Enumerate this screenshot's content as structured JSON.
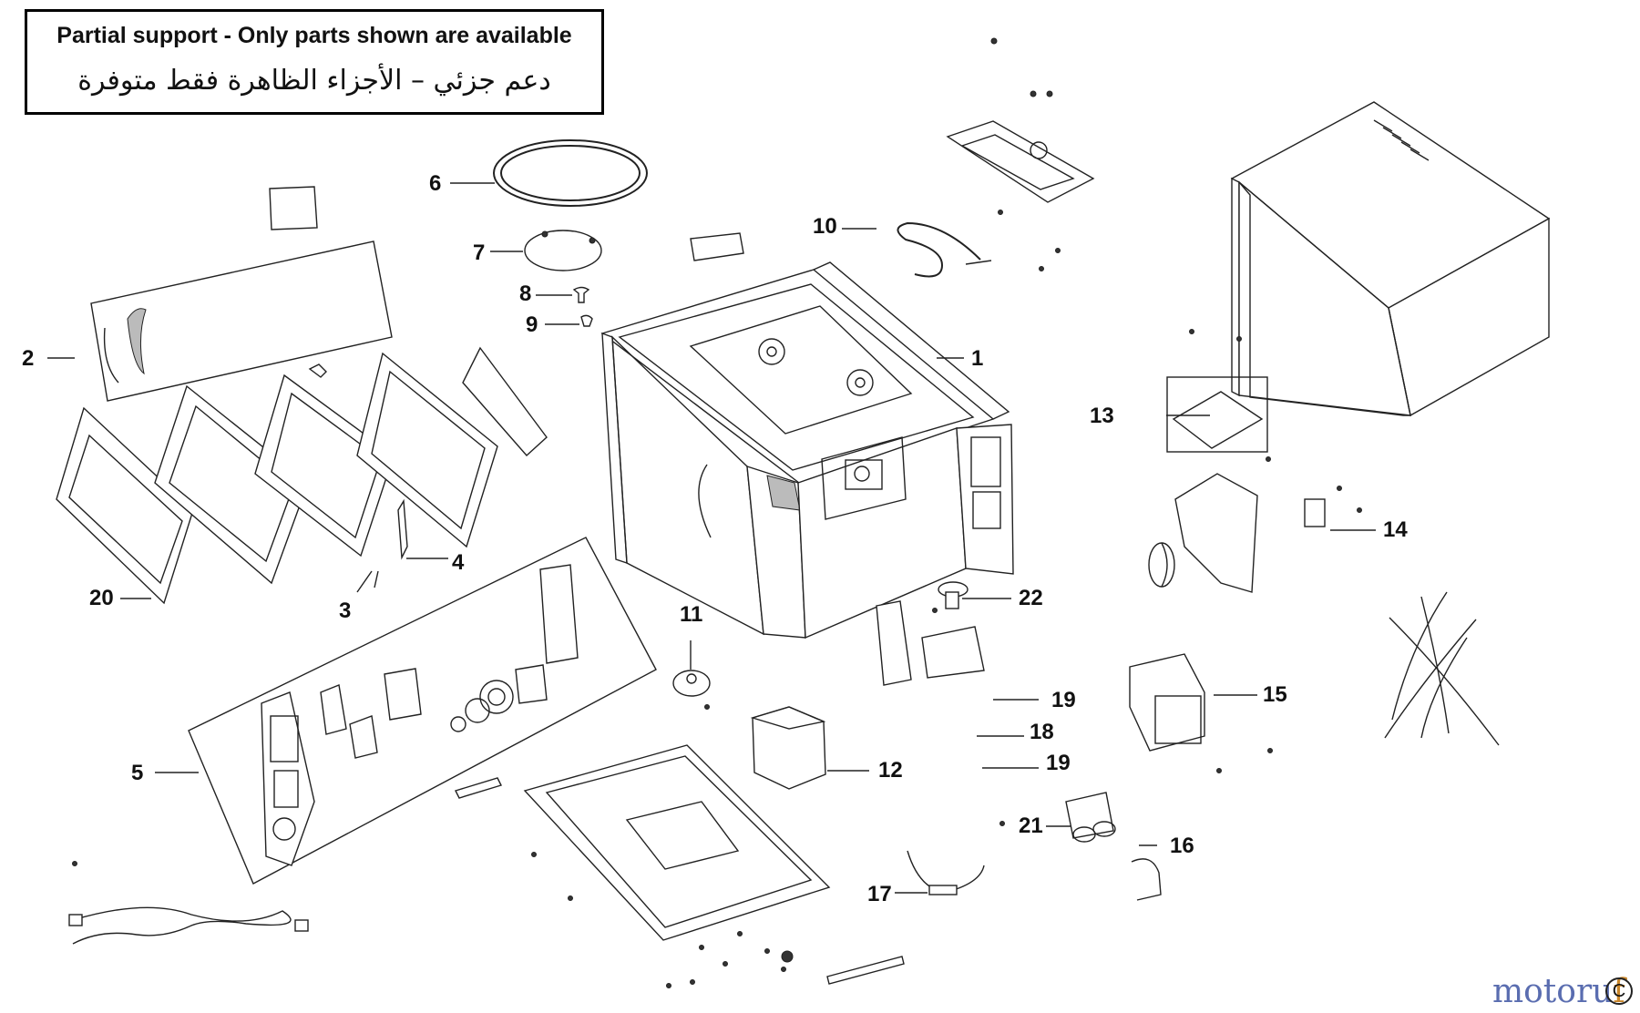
{
  "notice": {
    "english": "Partial support - Only parts shown are available",
    "arabic": "دعم جزئي – الأجزاء الظاهرة فقط متوفرة"
  },
  "callouts": [
    "1",
    "2",
    "3",
    "4",
    "5",
    "6",
    "7",
    "8",
    "9",
    "10",
    "11",
    "12",
    "13",
    "14",
    "15",
    "16",
    "17",
    "18",
    "19",
    "19",
    "20",
    "21",
    "22"
  ],
  "watermark": {
    "brand_a": "motoru",
    "brand_b": "f",
    "mark": "C"
  }
}
